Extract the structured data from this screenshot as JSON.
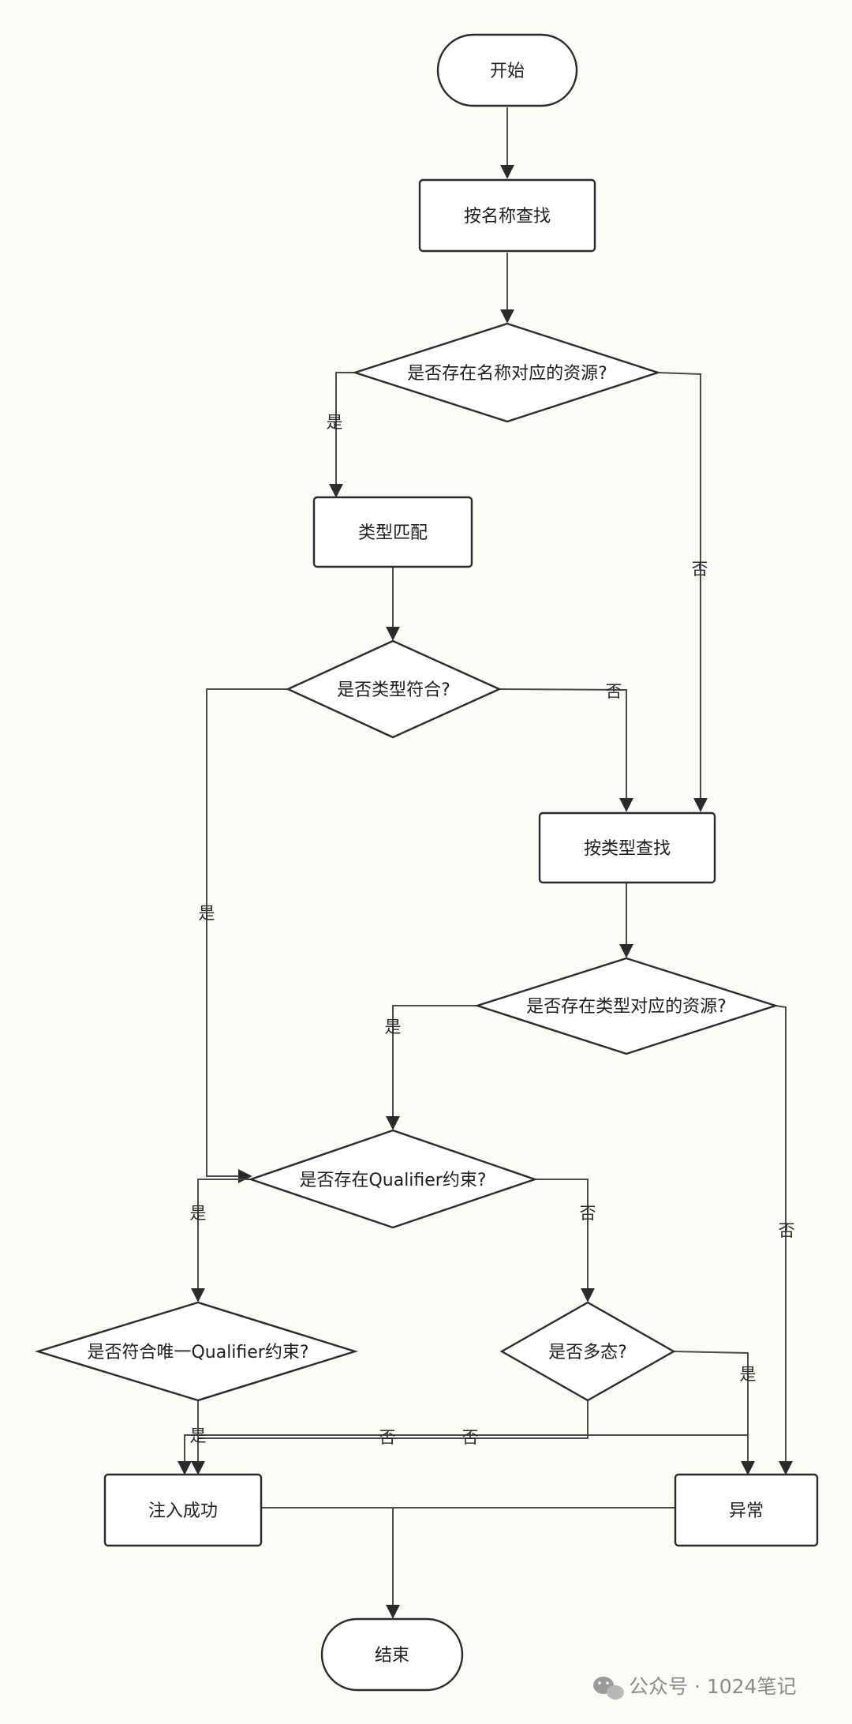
{
  "nodes": {
    "start": "开始",
    "find_by_name": "按名称查找",
    "q_name_resource": "是否存在名称对应的资源?",
    "type_match": "类型匹配",
    "q_type_ok": "是否类型符合?",
    "find_by_type": "按类型查找",
    "q_type_resource": "是否存在类型对应的资源?",
    "q_qualifier": "是否存在Qualifier约束?",
    "q_unique_qualifier": "是否符合唯一Qualifier约束?",
    "q_polymorphic": "是否多态?",
    "inject_success": "注入成功",
    "exception": "异常",
    "end": "结束"
  },
  "edge_labels": {
    "name_yes": "是",
    "name_no": "否",
    "type_ok_yes": "是",
    "type_ok_no": "否",
    "type_res_yes": "是",
    "type_res_no": "否",
    "qualifier_yes": "是",
    "qualifier_no": "否",
    "unique_yes": "是",
    "unique_no": "否",
    "poly_no": "否",
    "poly_yes": "是"
  },
  "watermark": {
    "text": "公众号 · 1024笔记",
    "icon": "wechat-icon"
  }
}
